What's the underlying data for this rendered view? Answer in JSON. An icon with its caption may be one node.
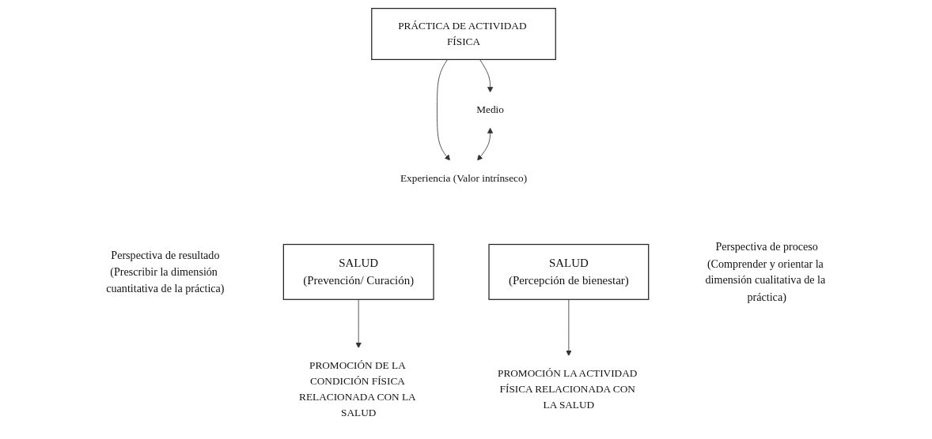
{
  "diagram": {
    "nodes": [
      {
        "text": [
          "PRÁCTICA DE ACTIVIDAD FÍSICA"
        ]
      },
      {
        "text": [
          "Medio"
        ]
      },
      {
        "text": [
          "Experiencia (Valor intrínseco)"
        ]
      },
      {
        "text": [
          "SALUD",
          "(Prevención/ Curación)"
        ]
      },
      {
        "text": [
          "SALUD",
          "(Percepción de bienestar)"
        ]
      },
      {
        "text": [
          "PROMOCIÓN DE LA CONDICIÓN FÍSICA RELACIONADA CON LA SALUD"
        ]
      },
      {
        "text": [
          "PROMOCIÓN LA ACTIVIDAD FÍSICA RELACIONADA CON LA SALUD"
        ]
      },
      {
        "text": [
          "Perspectiva de resultado",
          "(Prescribir la dimensión cuantitativa de la práctica)"
        ]
      },
      {
        "text": [
          "Perspectiva de proceso",
          "(Comprender y orientar la dimensión cualitativa de la práctica)"
        ]
      }
    ],
    "edges": [
      {
        "from": 0,
        "to": 1,
        "arrow": "to"
      },
      {
        "from": 0,
        "to": 2,
        "arrow": "to"
      },
      {
        "from": 1,
        "to": 2,
        "arrow": "both"
      },
      {
        "from": 3,
        "to": 5,
        "arrow": "to"
      },
      {
        "from": 4,
        "to": 6,
        "arrow": "to"
      }
    ]
  }
}
